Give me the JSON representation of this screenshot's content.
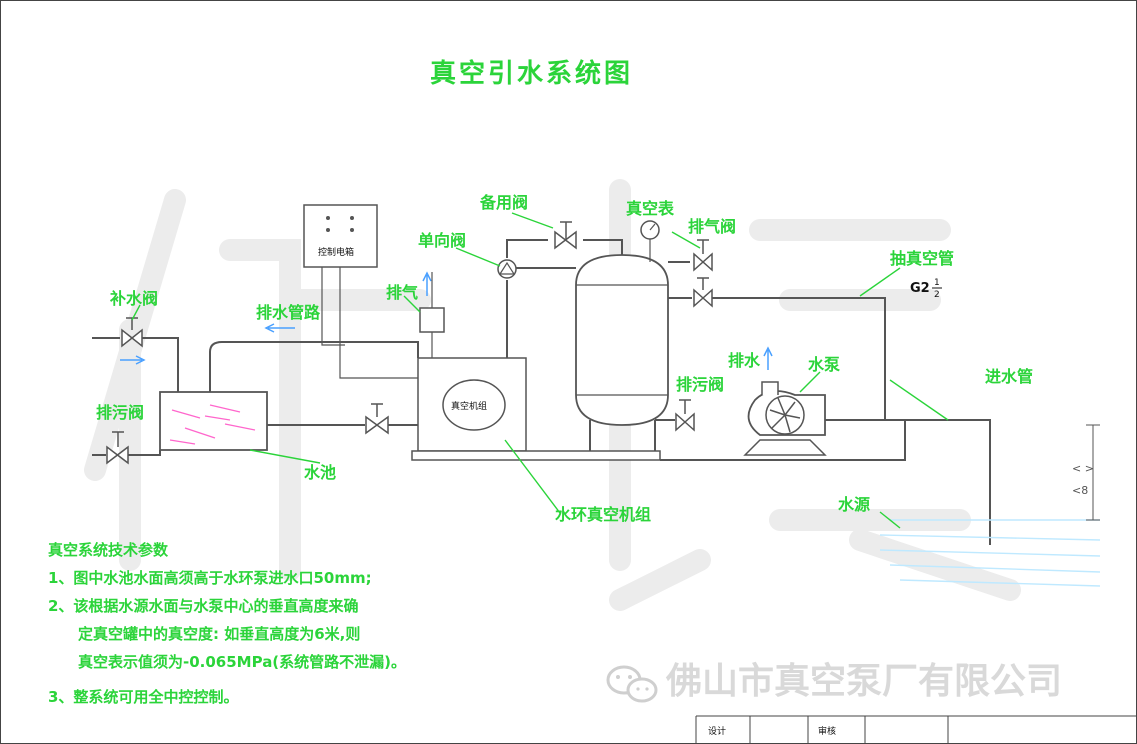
{
  "title": "真空引水系统图",
  "labels": {
    "spare_valve": "备用阀",
    "vacuum_gauge": "真空表",
    "check_valve": "单向阀",
    "vent_valve_top": "排气阀",
    "suction_vacuum_pipe": "抽真空管",
    "pipe_size": "G2",
    "pipe_size_num": "1",
    "pipe_size_den": "2",
    "control_box": "控制电箱",
    "makeup_valve": "补水阀",
    "drain_pipe": "排水管路",
    "exhaust": "排气",
    "drain_water": "排水",
    "water_pump": "水泵",
    "inlet_pipe": "进水管",
    "sewage_valve_left": "排污阀",
    "sewage_valve_right": "排污阀",
    "vacuum_unit_box": "真空机组",
    "water_tank": "水池",
    "water_ring_unit": "水环真空机组",
    "water_source": "水源"
  },
  "notes": {
    "heading": "真空系统技术参数",
    "line1": "1、图中水池水面高须高于水环泵进水口50mm;",
    "line2a": "2、该根据水源水面与水泵中心的垂直高度来确",
    "line2b": "定真空罐中的真空度: 如垂直高度为6米,则",
    "line2c": "真空表示值须为-0.065MPa(系统管路不泄漏)。",
    "line3": "3、整系统可用全中控控制。"
  },
  "watermark": {
    "text": "佛山市真空泵厂有限公司",
    "logo": "wechat-icon"
  },
  "titleblock": {
    "design": "设计",
    "review": "审核"
  },
  "colors": {
    "label_green": "#2bd43a",
    "line": "#555555"
  }
}
